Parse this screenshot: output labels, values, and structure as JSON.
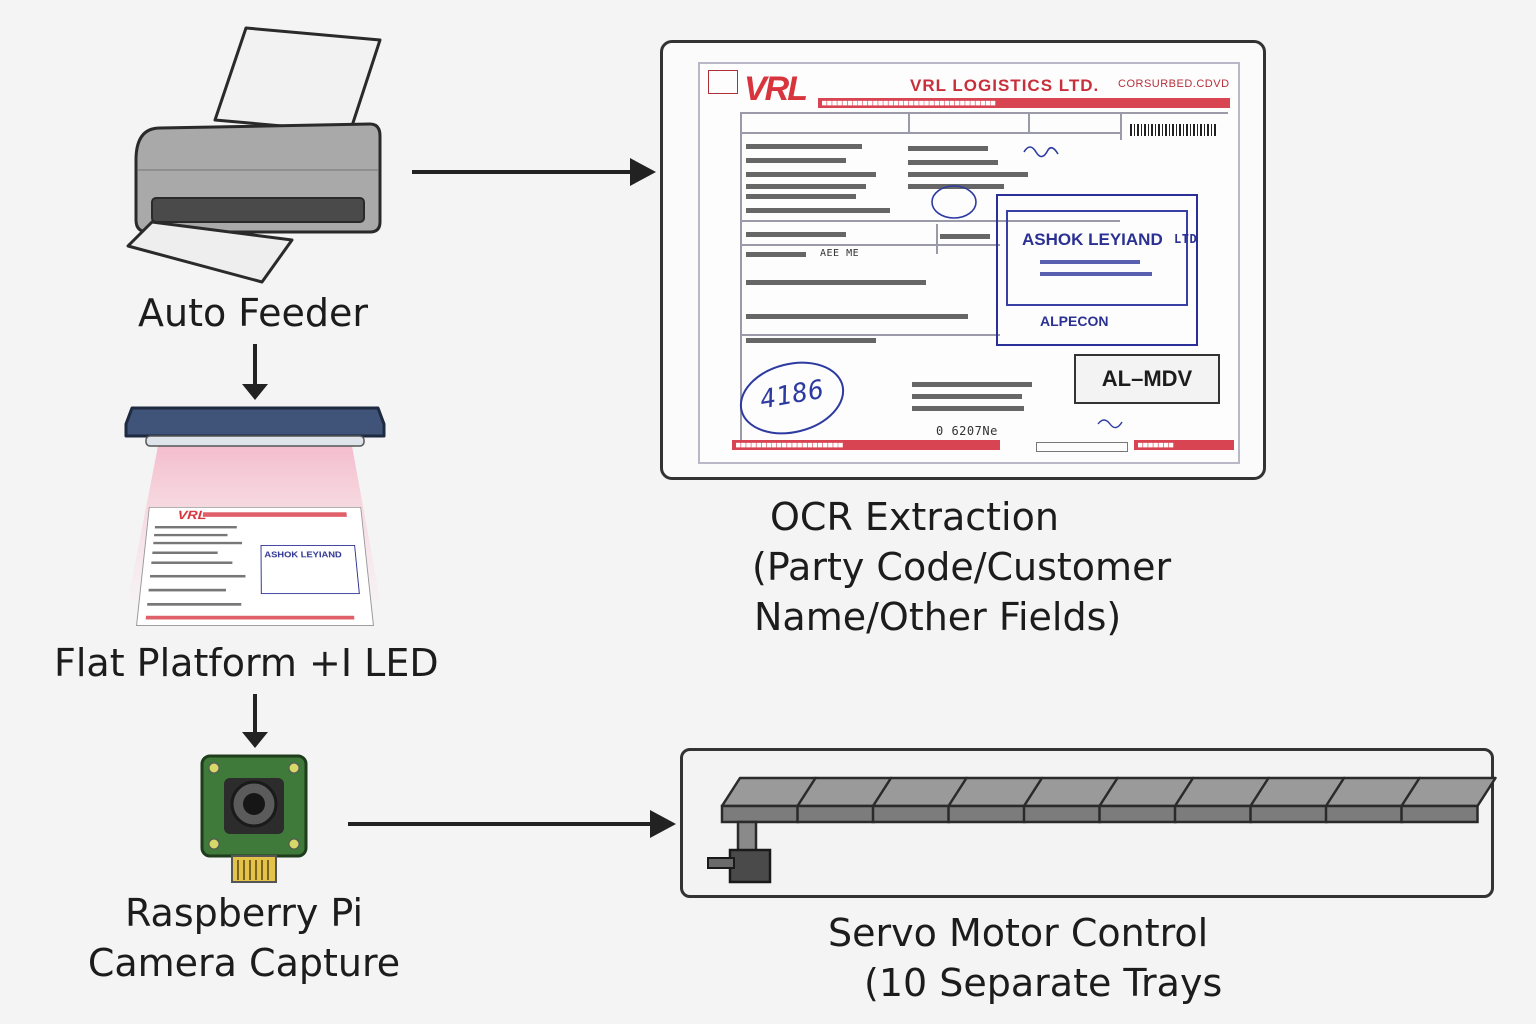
{
  "nodes": {
    "auto_feeder": "Auto Feeder",
    "flat_platform": "Flat Platform +I LED",
    "camera_line1": "Raspberry Pi",
    "camera_line2": "Camera Capture",
    "ocr_line1": "OCR Extraction",
    "ocr_line2": "(Party Code/Customer",
    "ocr_line3": "Name/Other Fields)",
    "servo_line1": "Servo Motor Control",
    "servo_line2": "(10 Separate Trays"
  },
  "document": {
    "logo": "VRL",
    "company": "VRL LOGISTICS LTD.",
    "corner_text": "CORSURBED.CDVD",
    "stamp_title": "ASHOK LEYIAND",
    "stamp_title_tail": "LTD",
    "stamp_sub": "ALPECON",
    "code_box": "AL–MDV",
    "handwritten_number": "4186",
    "bottom_text": "0 6207Ne",
    "field_aee": "AEE ME",
    "mini_logo": "VRL",
    "mini_stamp": "ASHOK LEYIAND"
  },
  "trays": {
    "count": 10
  },
  "colors": {
    "brand_red": "#d8343c",
    "stamp_blue": "#2b3192",
    "pcb_green": "#3f7a3a",
    "tray_gray": "#8c8c8c",
    "led_glow": "#f4b6c8"
  }
}
